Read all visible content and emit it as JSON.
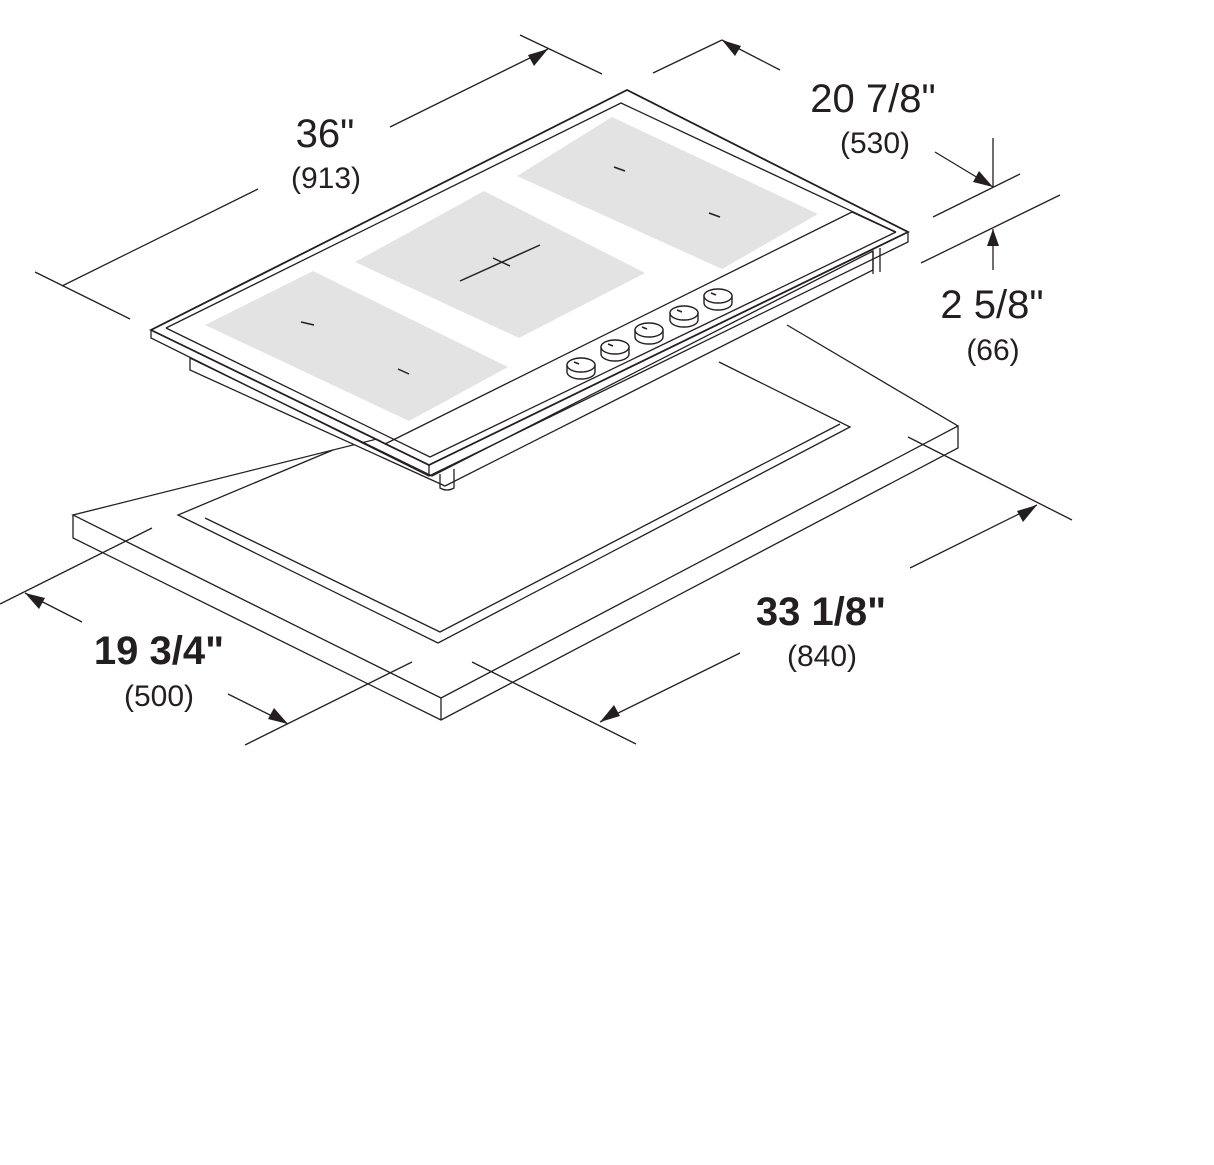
{
  "dimensions": {
    "width": {
      "imperial": "36\"",
      "metric": "(913)"
    },
    "depth": {
      "imperial": "20 7/8\"",
      "metric": "(530)"
    },
    "height": {
      "imperial": "2 5/8\"",
      "metric": "(66)"
    },
    "cutout_width": {
      "imperial": "33 1/8\"",
      "metric": "(840)"
    },
    "cutout_depth": {
      "imperial": "19 3/4\"",
      "metric": "(500)"
    }
  },
  "colors": {
    "line": "#231f20",
    "cooking_zone": "#e3e3e3",
    "background": "#ffffff"
  },
  "cooktop": {
    "cooking_zone_count": 3,
    "control_knob_count": 5
  }
}
